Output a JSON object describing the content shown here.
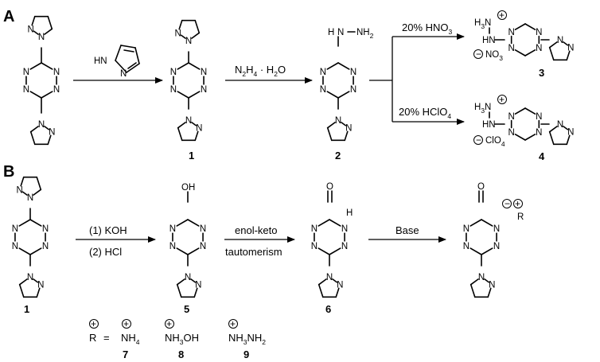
{
  "panels": {
    "a": "A",
    "b": "B"
  },
  "compounds": {
    "c1a": "1",
    "c2": "2",
    "c3": "3",
    "c4": "4",
    "c1b": "1",
    "c5": "5",
    "c6": "6",
    "c7": "7",
    "c8": "8",
    "c9": "9"
  },
  "reagents": {
    "hydrazine": {
      "main": "N",
      "sub1": "2",
      "mid": "H",
      "sub2": "4",
      "tail": " · H",
      "sub3": "2",
      "end": "O"
    },
    "hno3": {
      "main": "20% HNO",
      "sub": "3"
    },
    "hclo4": {
      "main": "20% HClO",
      "sub": "4"
    },
    "koh": "(1) KOH",
    "hcl": "(2) HCl",
    "enol_keto_1": "enol-keto",
    "enol_keto_2": "tautomerism",
    "base": "Base"
  },
  "counterions": {
    "no3": {
      "main": "NO",
      "sub": "3"
    },
    "clo4": {
      "main": "ClO",
      "sub": "4"
    }
  },
  "legend": {
    "r_label": "R",
    "equals": "=",
    "nh4": {
      "main": "NH",
      "sub": "4"
    },
    "nh3oh": {
      "main": "NH",
      "sub": "3",
      "tail": "OH"
    },
    "nh3nh2": {
      "main": "NH",
      "sub1": "3",
      "mid": "NH",
      "sub2": "2"
    }
  },
  "atoms": {
    "n": "N",
    "h": "H",
    "o": "O",
    "r": "R",
    "nh": "NH",
    "hn": "HN",
    "h3n": "H",
    "h3n_sub": "3",
    "h3n_n": "N"
  }
}
